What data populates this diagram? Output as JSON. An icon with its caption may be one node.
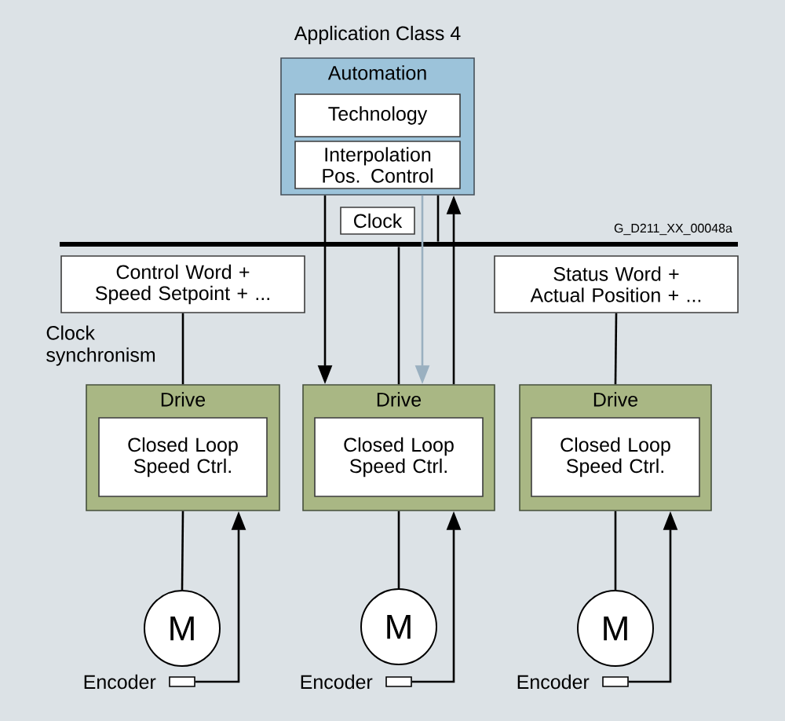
{
  "diagram": {
    "nodes": [
      {
        "text": [
          "Automation"
        ],
        "beside": [
          "Application Class 4"
        ]
      },
      {
        "text": [
          "Technology"
        ],
        "in": 0
      },
      {
        "text": [
          "Interpolation Pos. Control"
        ],
        "in": 0
      },
      {
        "text": [
          "Clock"
        ]
      },
      {
        "text": [],
        "shape": "bar"
      },
      {
        "text": [
          "Control Word + Speed Setpoint + ..."
        ]
      },
      {
        "text": [
          "Status Word + Actual Position + ..."
        ]
      },
      {
        "text": [
          "Drive"
        ]
      },
      {
        "text": [
          "Closed Loop Speed Ctrl."
        ],
        "in": 7
      },
      {
        "text": [
          "Drive"
        ]
      },
      {
        "text": [
          "Closed Loop Speed Ctrl."
        ],
        "in": 9
      },
      {
        "text": [
          "Drive"
        ]
      },
      {
        "text": [
          "Closed Loop Speed Ctrl."
        ],
        "in": 11
      },
      {
        "text": [
          "M"
        ]
      },
      {
        "text": [],
        "shape": "box",
        "beside": [
          "Encoder"
        ]
      },
      {
        "text": [
          "M"
        ]
      },
      {
        "text": [],
        "shape": "box",
        "beside": [
          "Encoder"
        ]
      },
      {
        "text": [
          "M"
        ]
      },
      {
        "text": [],
        "shape": "box",
        "beside": [
          "Encoder"
        ]
      }
    ],
    "edges": [
      {
        "from": 0,
        "to": 9,
        "arrow": "to"
      },
      {
        "from": 0,
        "to": 9,
        "arrow": "to",
        "color": "#9ab0c0"
      },
      {
        "from": 0,
        "to": 4,
        "arrow": "none"
      },
      {
        "from": 9,
        "to": 0,
        "arrow": "to"
      },
      {
        "from": 4,
        "to": 9,
        "arrow": "none"
      },
      {
        "from": 5,
        "to": 7,
        "arrow": "none"
      },
      {
        "from": 6,
        "to": 11,
        "arrow": "none"
      },
      {
        "from": 7,
        "to": 13,
        "arrow": "none"
      },
      {
        "from": 14,
        "to": 7,
        "arrow": "to"
      },
      {
        "from": 9,
        "to": 15,
        "arrow": "none"
      },
      {
        "from": 16,
        "to": 9,
        "arrow": "to"
      },
      {
        "from": 11,
        "to": 17,
        "arrow": "none"
      },
      {
        "from": 18,
        "to": 11,
        "arrow": "to"
      }
    ],
    "labels": [
      "G_D211_XX_00048a",
      "Clock synchronism"
    ]
  }
}
